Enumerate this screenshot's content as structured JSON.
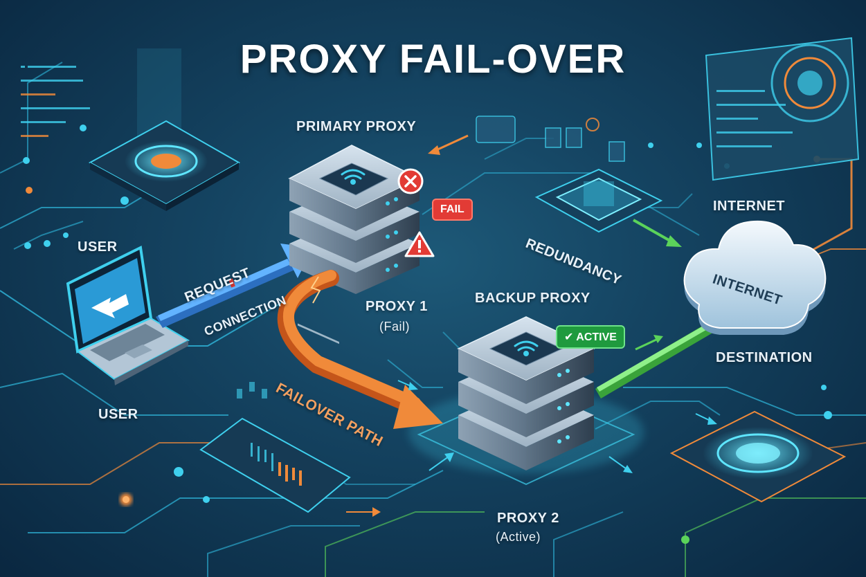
{
  "title": "PROXY FAIL-OVER",
  "labels": {
    "primary_proxy": "PRIMARY PROXY",
    "fail_badge": "FAIL",
    "proxy1": "PROXY 1",
    "proxy1_state": "(Fail)",
    "backup_proxy": "BACKUP PROXY",
    "active_badge": "ACTIVE",
    "proxy2": "PROXY 2",
    "proxy2_state": "(Active)",
    "user_top": "USER",
    "user_bottom": "USER",
    "request": "REQUEST",
    "connection": "CONNECTION",
    "failover_path": "FAILOVER PATH",
    "redundancy": "REDUNDANCY",
    "internet_top": "INTERNET",
    "internet_cloud": "INTERNET",
    "destination": "DESTINATION"
  },
  "icons": {
    "error": "x-circle-icon",
    "warning": "warning-triangle-icon",
    "check": "check-icon",
    "wifi": "wifi-icon"
  },
  "colors": {
    "fail": "#e23b35",
    "active": "#1f9a3e",
    "request_arrow": "#3d8fe0",
    "failover_arrow": "#f07a2a",
    "success_arrow": "#5bd35a",
    "circuit_cyan": "#3fd0ee",
    "circuit_orange": "#f08a3a"
  }
}
